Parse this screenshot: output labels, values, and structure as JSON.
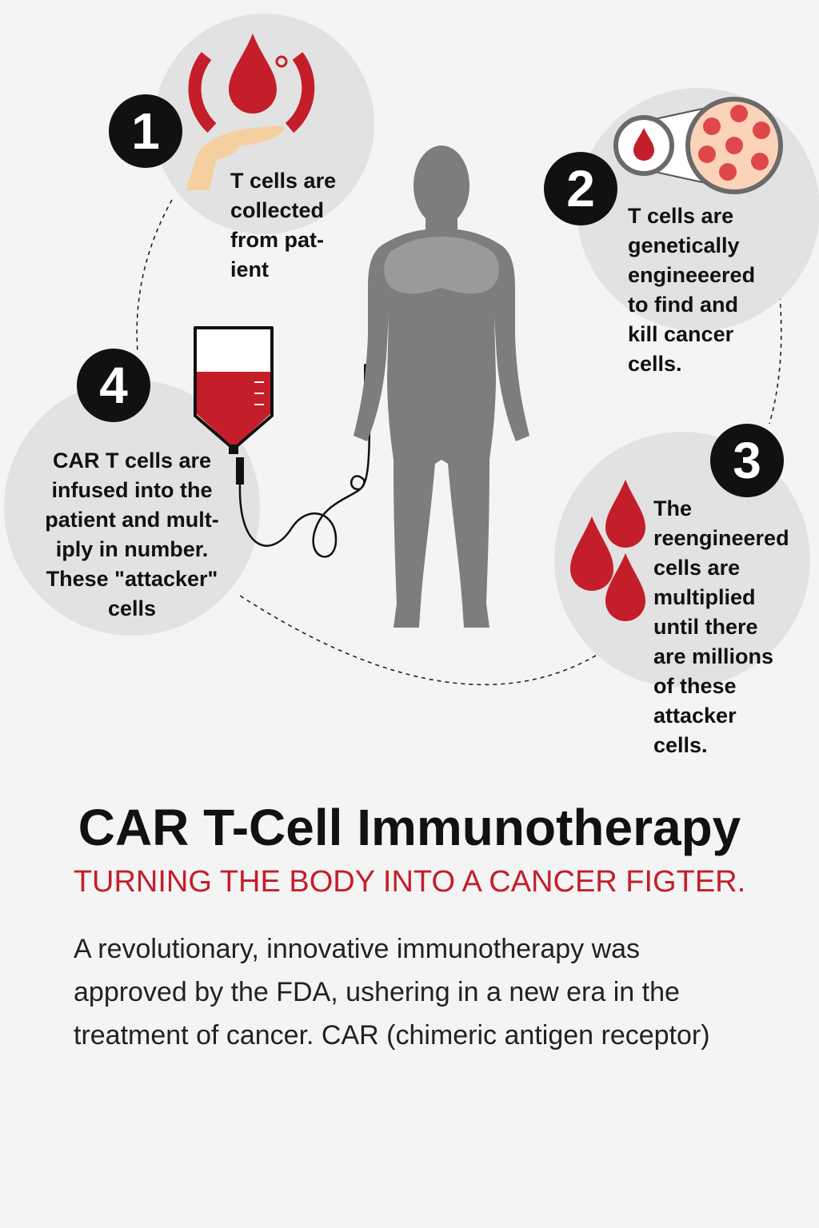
{
  "steps": [
    {
      "number": "1",
      "text": "T cells are\ncollected\nfrom pat-\nient",
      "icon": "blood-drop-hand-icon"
    },
    {
      "number": "2",
      "text": "T cells are\ngenetically\nengineeered\nto find and\nkill cancer\ncells.",
      "icon": "cell-magnifier-icon"
    },
    {
      "number": "3",
      "text": "The\nreengineered\ncells are\nmultiplied\nuntil there\nare millions\nof these\nattacker\ncells.",
      "icon": "blood-drops-icon"
    },
    {
      "number": "4",
      "text": "CAR T cells are\ninfused into the\npatient and mult-\niply in number.\nThese \"attacker\"\ncells",
      "icon": "iv-bag-icon"
    }
  ],
  "title": "CAR T-Cell Immunotherapy",
  "subtitle": "TURNING THE BODY INTO A CANCER FIGTER.",
  "body": "A revolutionary, innovative immunotherapy was approved by the FDA, ushering in a new era in the treatment of cancer. CAR (chimeric antigen receptor)",
  "colors": {
    "accent": "#c41e2a",
    "circle": "#e2e2e2",
    "figure": "#7d7d7d",
    "badge": "#111111"
  }
}
